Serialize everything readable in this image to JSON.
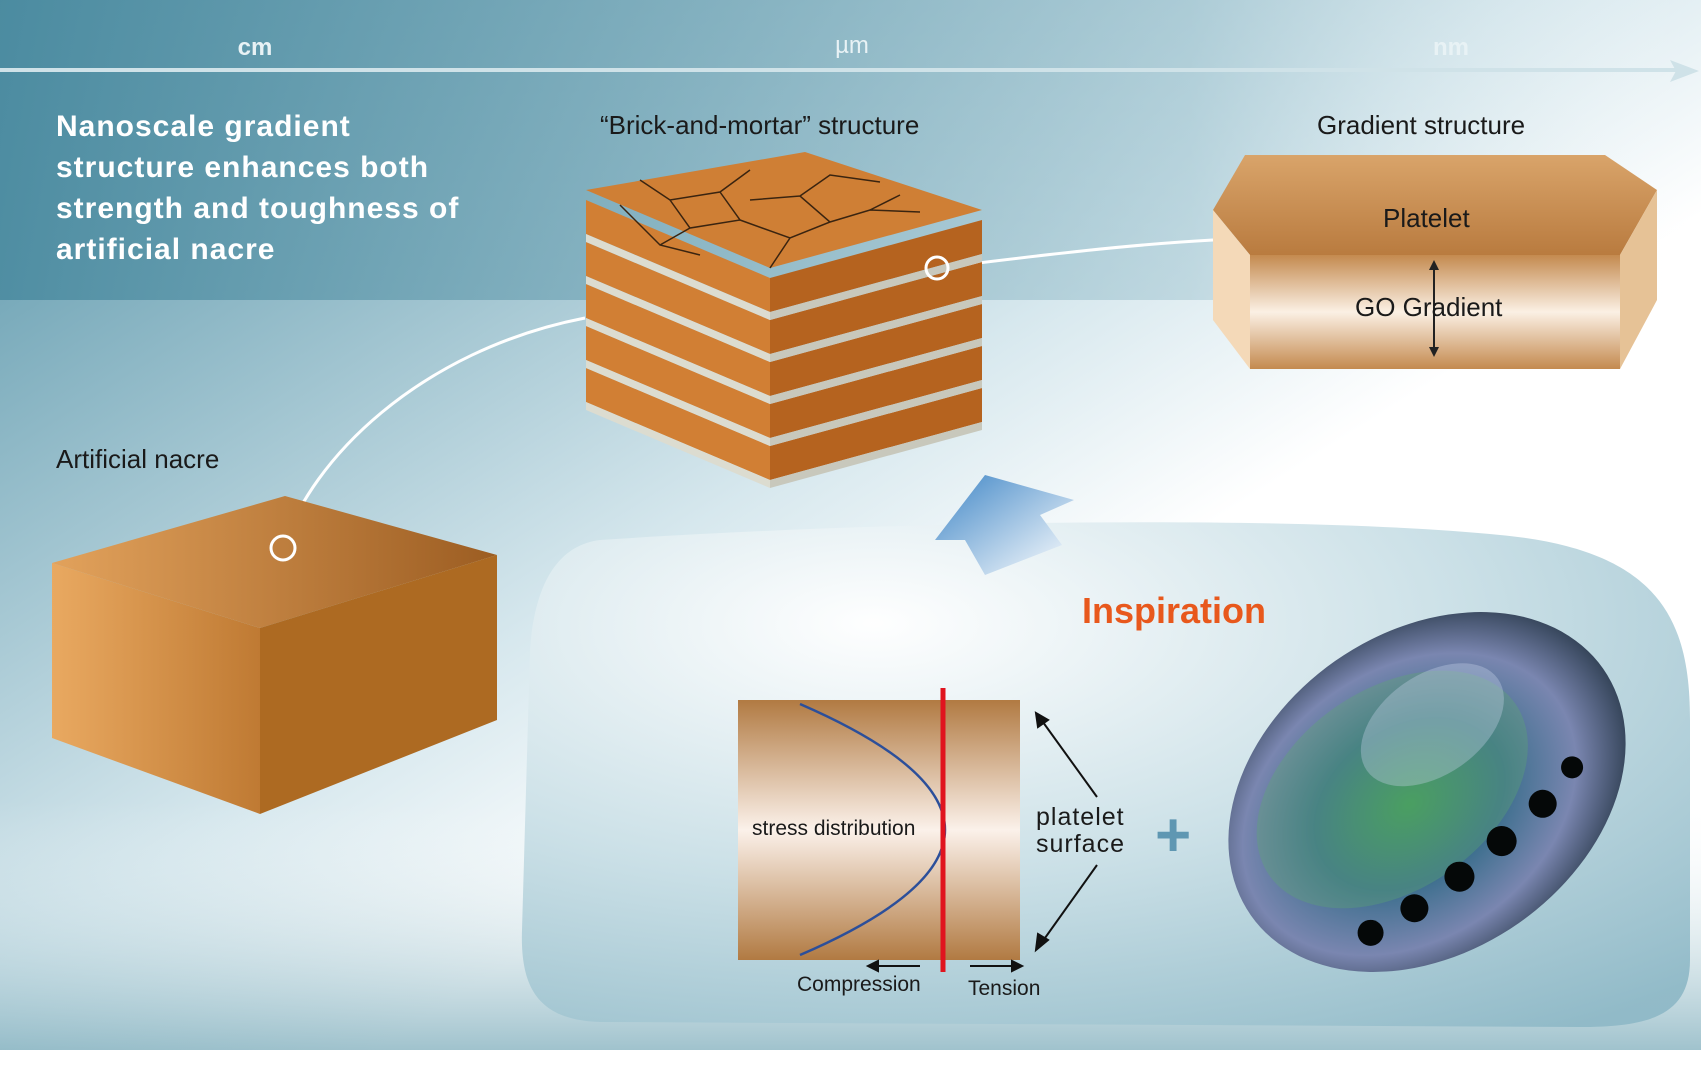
{
  "scale_axis": {
    "left": "cm",
    "middle": "µm",
    "right": "nm"
  },
  "headline": "Nanoscale gradient structure enhances both strength and toughness of artificial nacre",
  "labels": {
    "brick_mortar": "“Brick-and-mortar” structure",
    "gradient_structure": "Gradient structure",
    "platelet": "Platelet",
    "go_gradient": "GO Gradient",
    "artificial_nacre": "Artificial nacre",
    "inspiration": "Inspiration",
    "stress_distribution": "stress distribution",
    "platelet_surface_1": "platelet",
    "platelet_surface_2": "surface",
    "compression": "Compression",
    "tension": "Tension",
    "plus": "+"
  },
  "colors": {
    "accent": "#e8581c",
    "stress_line": "#e0141e",
    "curve": "#2c4f9a",
    "brick": "#c9772f"
  }
}
